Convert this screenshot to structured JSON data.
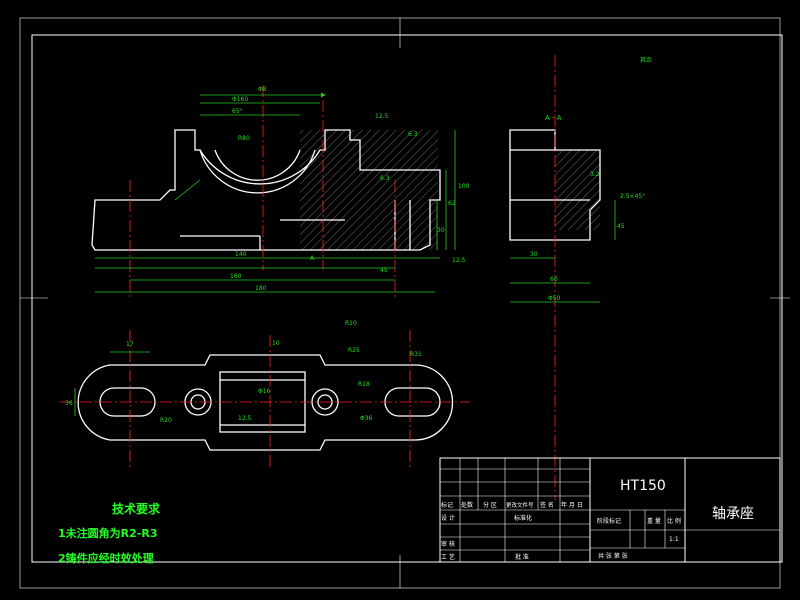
{
  "colors": {
    "background": "#000000",
    "outline": "#ffffff",
    "dimension": "#22dd22",
    "centerline": "#ff2020",
    "note": "#22ff22"
  },
  "dims_front": {
    "d_outer": "Φ8",
    "d_bore": "Φ160",
    "width_top": "65°",
    "radius": "R80",
    "rough1": "12.5",
    "rough2": "6.3",
    "rough3": "6.3",
    "height_total": "100",
    "height_right": "62",
    "height_mid": "30",
    "rough4": "12.5",
    "len_a": "140",
    "len_b": "45",
    "len_c": "160",
    "len_total": "180",
    "section_mark": "A"
  },
  "dims_side": {
    "section_label": "A - A",
    "rough_side": "3.2",
    "chamfer": "2.5×45°",
    "side_h": "45",
    "side_a": "30",
    "side_b": "60",
    "side_total": "Φ50"
  },
  "dims_top": {
    "w_slot": "17",
    "h_left": "36",
    "r_left": "R20",
    "d_hole": "Φ16",
    "r_mid": "R10",
    "rough_top": "12.5",
    "depth": "10",
    "r_right": "R18",
    "r_a": "R31",
    "r_b": "R25",
    "phi_b": "Φ36"
  },
  "roughness_note": "其余",
  "tech": {
    "title": "技术要求",
    "line1": "1未注圆角为R2-R3",
    "line2": "2铸件应经时效处理"
  },
  "title_block": {
    "material": "HT150",
    "part_name": "轴承座",
    "hdr_mark": "标记",
    "hdr_count": "处数",
    "hdr_zone": "分 区",
    "hdr_docno": "更改文件号",
    "hdr_sign": "签 名",
    "hdr_date": "年 月 日",
    "design": "设 计",
    "standard": "标准化",
    "stage_mark": "阶段标记",
    "weight": "重 量",
    "ratio": "比 例",
    "scale": "1:1",
    "review": "审 核",
    "process": "工 艺",
    "approve": "批 准",
    "sheet": "共   张  第   张"
  }
}
